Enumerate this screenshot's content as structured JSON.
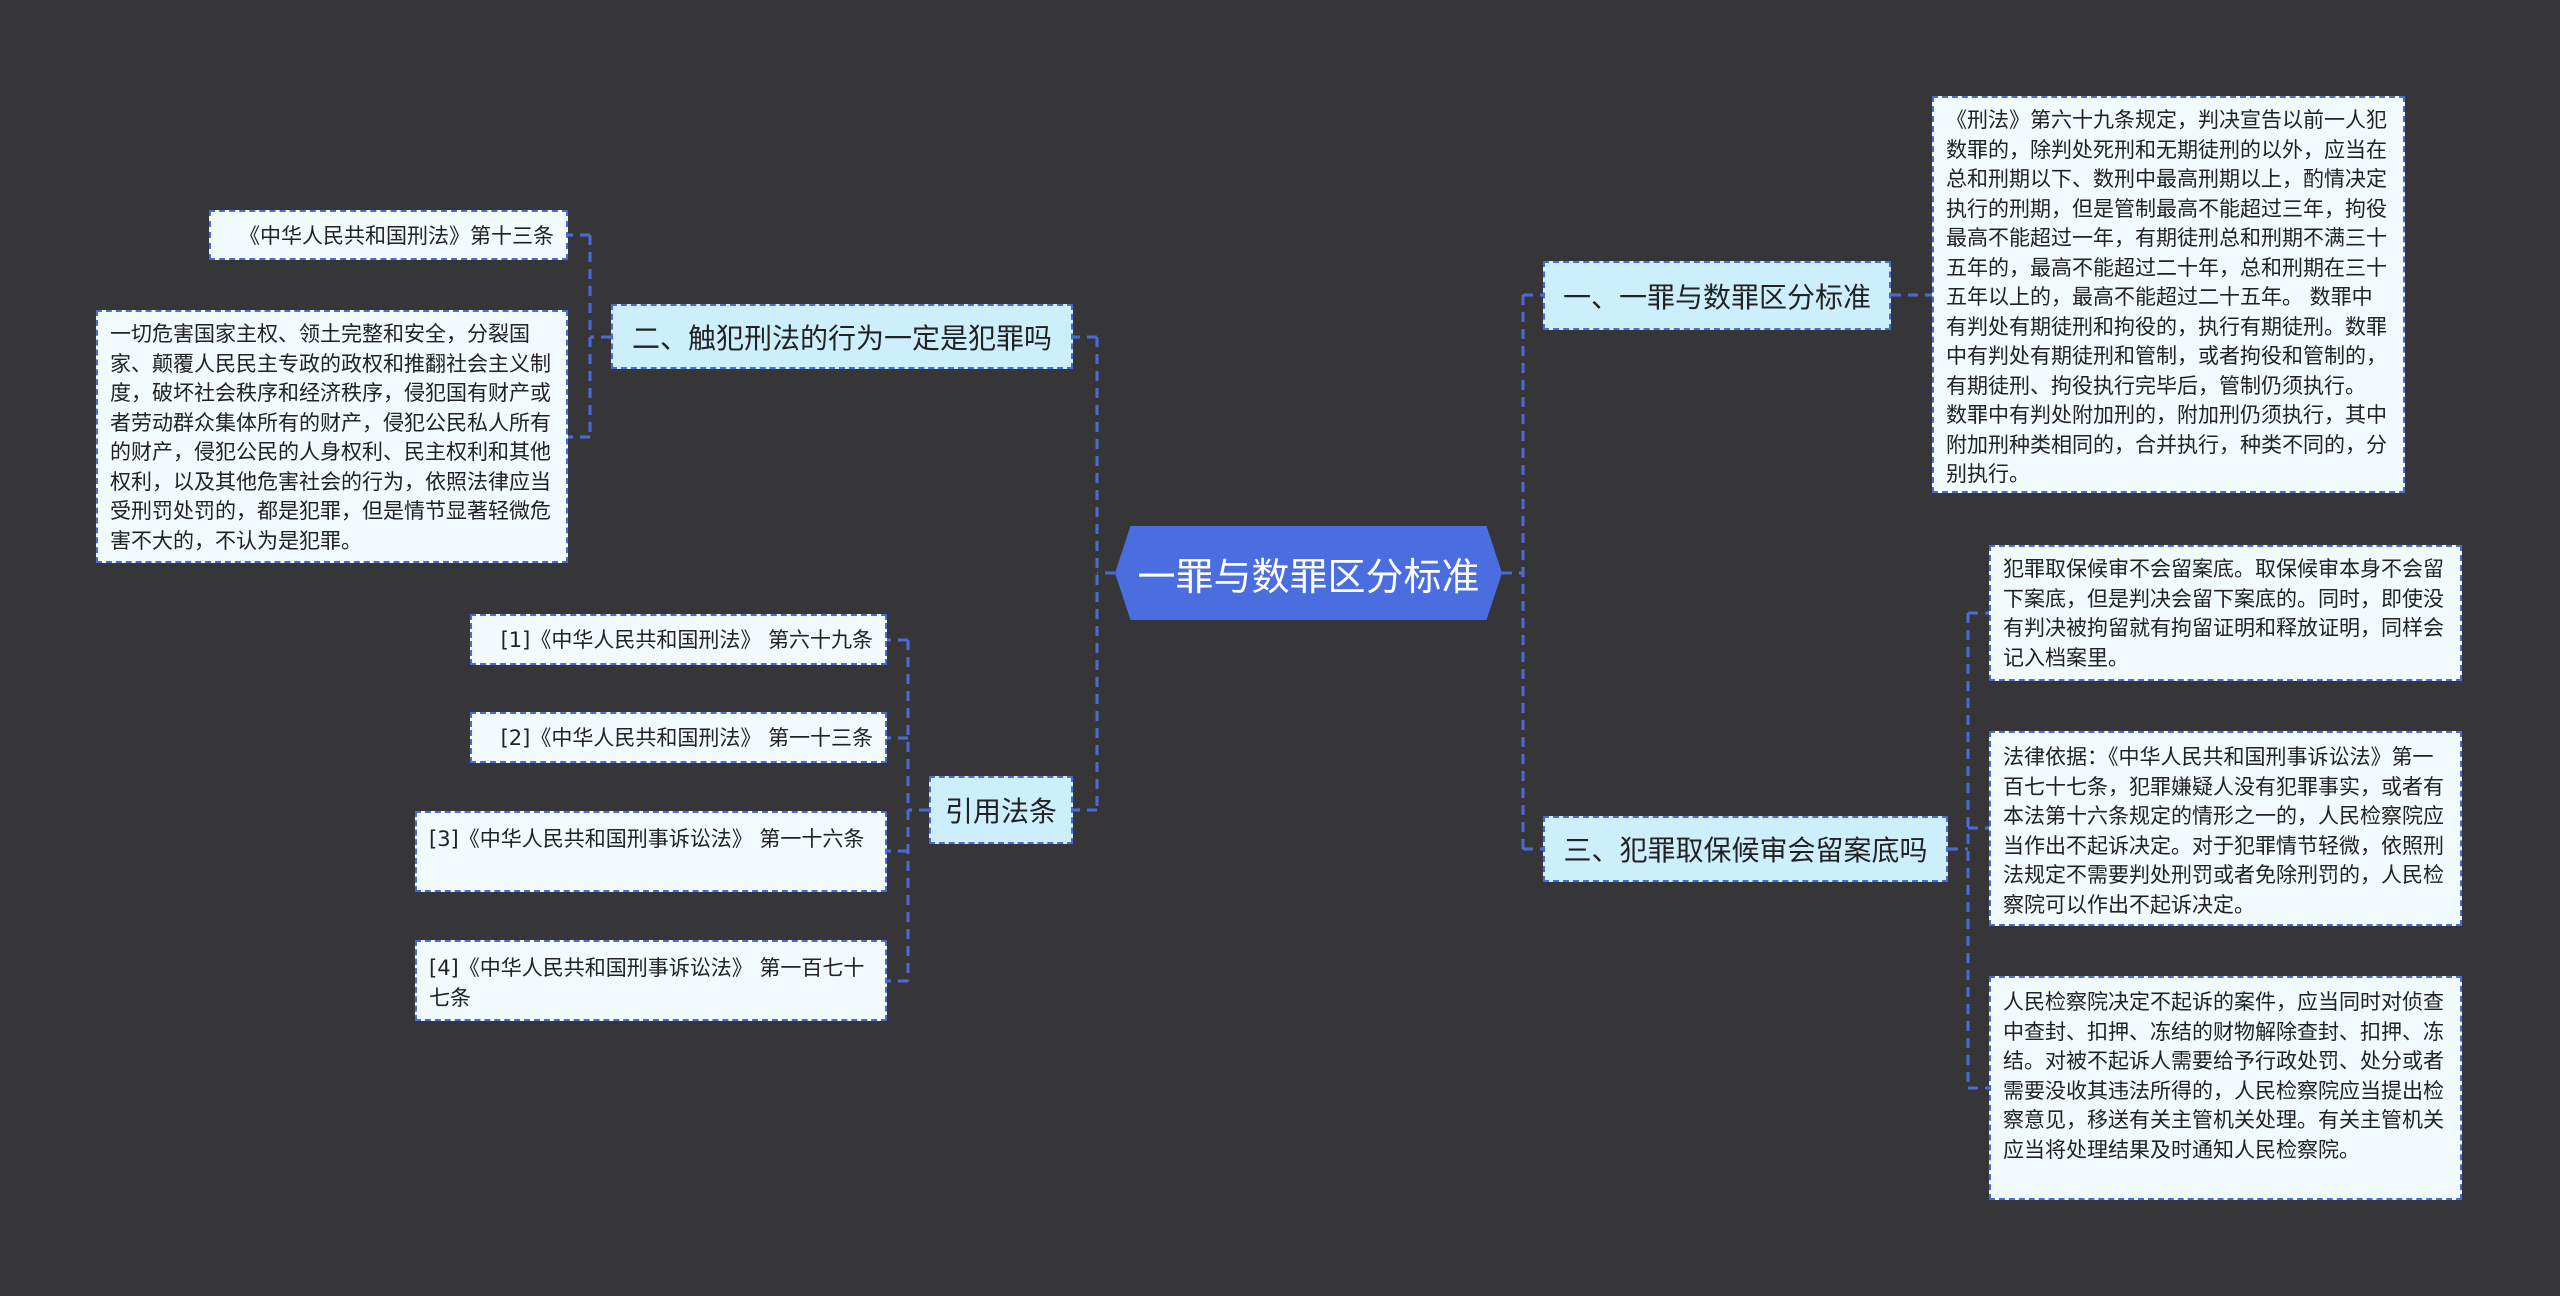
{
  "root": {
    "label": "一罪与数罪区分标准"
  },
  "branches": [
    {
      "label": "一、一罪与数罪区分标准",
      "children": [
        "《刑法》第六十九条规定，判决宣告以前一人犯数罪的，除判处死刑和无期徒刑的以外，应当在总和刑期以下、数刑中最高刑期以上，酌情决定执行的刑期，但是管制最高不能超过三年，拘役最高不能超过一年，有期徒刑总和刑期不满三十五年的，最高不能超过二十年，总和刑期在三十五年以上的，最高不能超过二十五年。 数罪中有判处有期徒刑和拘役的，执行有期徒刑。数罪中有判处有期徒刑和管制，或者拘役和管制的，有期徒刑、拘役执行完毕后，管制仍须执行。 数罪中有判处附加刑的，附加刑仍须执行，其中附加刑种类相同的，合并执行，种类不同的，分别执行。"
      ]
    },
    {
      "label": "二、触犯刑法的行为一定是犯罪吗",
      "children": [
        "《中华人民共和国刑法》第十三条",
        "一切危害国家主权、领土完整和安全，分裂国家、颠覆人民民主专政的政权和推翻社会主义制度，破坏社会秩序和经济秩序，侵犯国有财产或者劳动群众集体所有的财产，侵犯公民私人所有的财产，侵犯公民的人身权利、民主权利和其他权利，以及其他危害社会的行为，依照法律应当受刑罚处罚的，都是犯罪，但是情节显著轻微危害不大的，不认为是犯罪。"
      ]
    },
    {
      "label": "三、犯罪取保候审会留案底吗",
      "children": [
        "犯罪取保候审不会留案底。取保候审本身不会留下案底，但是判决会留下案底的。同时，即使没有判决被拘留就有拘留证明和释放证明，同样会记入档案里。",
        "法律依据：《中华人民共和国刑事诉讼法》第一百七十七条，犯罪嫌疑人没有犯罪事实，或者有本法第十六条规定的情形之一的，人民检察院应当作出不起诉决定。对于犯罪情节轻微，依照刑法规定不需要判处刑罚或者免除刑罚的，人民检察院可以作出不起诉决定。",
        "人民检察院决定不起诉的案件，应当同时对侦查中查封、扣押、冻结的财物解除查封、扣押、冻结。对被不起诉人需要给予行政处罚、处分或者需要没收其违法所得的，人民检察院应当提出检察意见，移送有关主管机关处理。有关主管机关应当将处理结果及时通知人民检察院。"
      ]
    },
    {
      "label": "引用法条",
      "children": [
        "[1]《中华人民共和国刑法》 第六十九条",
        "[2]《中华人民共和国刑法》 第一十三条",
        "[3]《中华人民共和国刑事诉讼法》 第一十六条",
        "[4]《中华人民共和国刑事诉讼法》 第一百七十七条"
      ]
    }
  ],
  "colors": {
    "background": "#363537",
    "root": "#4a6ee0",
    "branch": "#cdeffc",
    "leaf": "#f1fbfd",
    "connector": "#4a6ad8"
  }
}
